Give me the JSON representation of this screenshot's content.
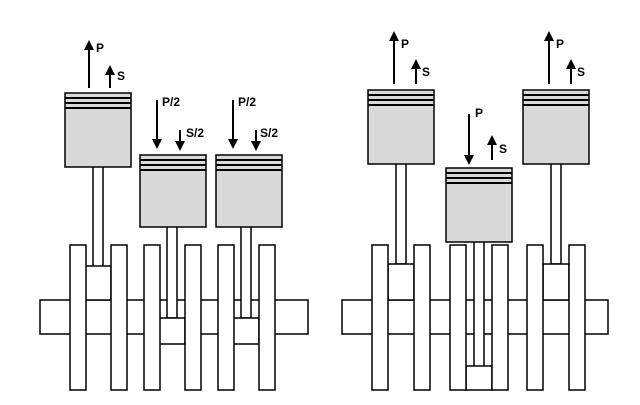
{
  "left_diagram": {
    "big_piston": {
      "force": "P",
      "stroke": "S"
    },
    "small_piston_1": {
      "force": "P/2",
      "stroke": "S/2"
    },
    "small_piston_2": {
      "force": "P/2",
      "stroke": "S/2"
    }
  },
  "right_diagram": {
    "piston_left": {
      "force": "P",
      "stroke": "S"
    },
    "piston_middle": {
      "force": "P",
      "stroke": "S"
    },
    "piston_right": {
      "force": "P",
      "stroke": "S"
    }
  },
  "colors": {
    "piston_fill": "#d9d9d9",
    "outline": "#000000",
    "crank_fill": "#ffffff"
  }
}
